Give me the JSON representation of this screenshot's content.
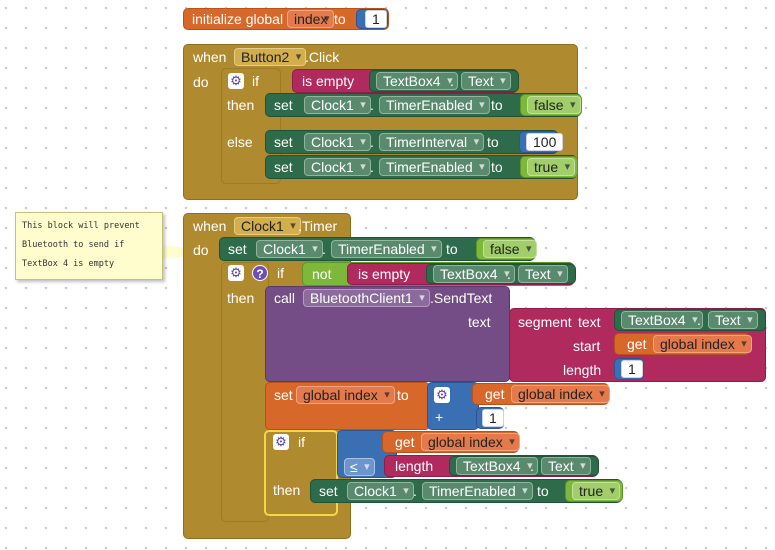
{
  "init_block": {
    "keyword": "initialize global",
    "var_name": "index",
    "to": "to",
    "value": "1"
  },
  "button_event": {
    "when": "when",
    "component": "Button2",
    "event": ".Click",
    "do": "do",
    "if_kw": "if",
    "then_kw": "then",
    "else_kw": "else",
    "is_empty": "is empty",
    "tb_component": "TextBox4",
    "tb_property": "Text",
    "set_kw": "set",
    "clock": "Clock1",
    "timer_enabled": "TimerEnabled",
    "timer_interval": "TimerInterval",
    "to_kw": "to",
    "false_val": "false",
    "interval_val": "100",
    "true_val": "true"
  },
  "comment": {
    "line1": "This block will prevent",
    "line2": "Bluetooth to send if",
    "line3": "TextBox 4 is empty"
  },
  "timer_event": {
    "when": "when",
    "component": "Clock1",
    "event": ".Timer",
    "do": "do",
    "set_kw": "set",
    "timer_enabled": "TimerEnabled",
    "to_kw": "to",
    "false_val": "false",
    "if_kw": "if",
    "then_kw": "then",
    "not_kw": "not",
    "is_empty": "is empty",
    "tb_component": "TextBox4",
    "tb_property": "Text",
    "question": "?",
    "call_kw": "call",
    "bt_component": "BluetoothClient1",
    "bt_method": ".SendText",
    "text_kw": "text",
    "segment": "segment",
    "seg_text": "text",
    "start_kw": "start",
    "length_kw": "length",
    "get_kw": "get",
    "global_index": "global index",
    "length_val": "1",
    "set_global_label": "set",
    "global_index_dd": "global index",
    "plus": "+",
    "plus_val": "1",
    "if2_kw": "if",
    "cmp": "≤",
    "length_fn": "length",
    "then2_kw": "then",
    "true_val": "true"
  },
  "icons": {
    "gear": "gear-icon",
    "help": "question-icon"
  }
}
